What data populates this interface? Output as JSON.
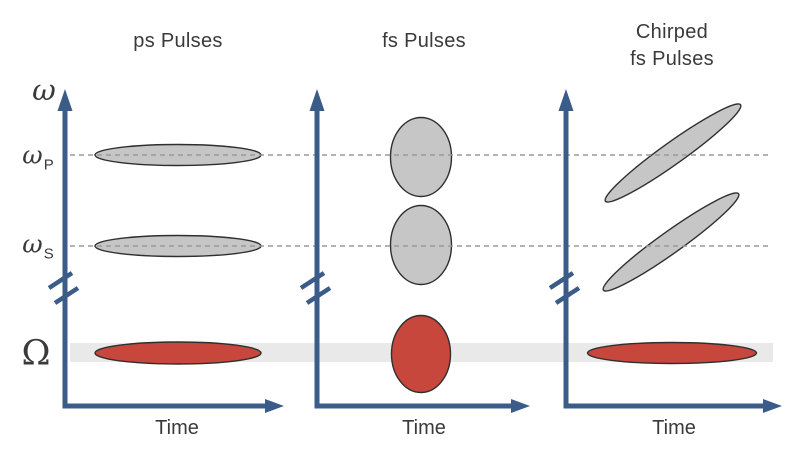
{
  "figure": {
    "description": "Time-frequency schematic comparing three pulse regimes",
    "background_color": "#ffffff",
    "text_color": "#3a3a3a",
    "colors": {
      "axis_blue": "#3b5b88",
      "pulse_gray": "#c6c6c6",
      "pulse_red": "#c8473c",
      "pulse_outline": "#2f2f2f",
      "band_highlight": "#e9e9e9",
      "dashed_gray": "#9a9a9a"
    },
    "y_axis_symbol": "ω",
    "axis_break": true,
    "levels": {
      "omega_p": {
        "base": "ω",
        "sub": "P"
      },
      "omega_s": {
        "base": "ω",
        "sub": "S"
      },
      "capital_omega": {
        "label": "Ω"
      }
    },
    "panels": [
      {
        "title": "ps Pulses",
        "time_label": "Time",
        "pulses": [
          {
            "level": "ωP",
            "color": "gray",
            "shape": "wide flat horizontal ellipse"
          },
          {
            "level": "ωS",
            "color": "gray",
            "shape": "wide flat horizontal ellipse"
          },
          {
            "level": "Ω",
            "color": "red",
            "shape": "wide flat horizontal ellipse"
          }
        ]
      },
      {
        "title": "fs Pulses",
        "time_label": "Time",
        "pulses": [
          {
            "level": "ωP",
            "color": "gray",
            "shape": "tall narrow vertical ellipse"
          },
          {
            "level": "ωS",
            "color": "gray",
            "shape": "tall narrow vertical ellipse"
          },
          {
            "level": "Ω",
            "color": "red",
            "shape": "tall narrow vertical ellipse"
          }
        ]
      },
      {
        "title_line1": "Chirped",
        "title_line2": "fs Pulses",
        "time_label": "Time",
        "pulses": [
          {
            "level": "ωP",
            "color": "gray",
            "shape": "narrow ellipse tilted diagonally upward"
          },
          {
            "level": "ωS",
            "color": "gray",
            "shape": "narrow ellipse tilted diagonally upward"
          },
          {
            "level": "Ω",
            "color": "red",
            "shape": "wide flat horizontal ellipse"
          }
        ]
      }
    ]
  }
}
